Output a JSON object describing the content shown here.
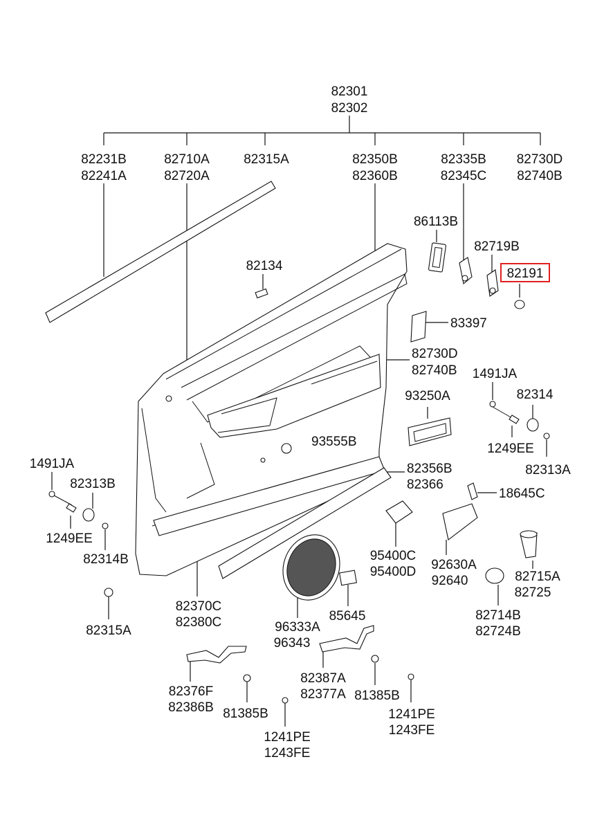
{
  "labels": {
    "top_a": "82301",
    "top_b": "82302",
    "c1_a": "82231B",
    "c1_b": "82241A",
    "c2_a": "82710A",
    "c2_b": "82720A",
    "c3": "82315A",
    "c4_a": "82350B",
    "c4_b": "82360B",
    "c5_a": "82335B",
    "c5_b": "82345C",
    "c6_a": "82730D",
    "c6_b": "82740B",
    "p86113b": "86113B",
    "p82719b": "82719B",
    "p82191": "82191",
    "p82134": "82134",
    "p83397": "83397",
    "p82730d_b_a": "82730D",
    "p82730d_b_b": "82740B",
    "p1491ja_r": "1491JA",
    "p82314_r": "82314",
    "p93250a": "93250A",
    "p1249ee_r": "1249EE",
    "p82313a": "82313A",
    "p93555b": "93555B",
    "p82356b_a": "82356B",
    "p82356b_b": "82366",
    "p18645c": "18645C",
    "p1491ja_l": "1491JA",
    "p82313b": "82313B",
    "p1249ee_l": "1249EE",
    "p82314b": "82314B",
    "p95400c_a": "95400C",
    "p95400c_b": "95400D",
    "p92630a_a": "92630A",
    "p92630a_b": "92640",
    "p82715a_a": "82715A",
    "p82715a_b": "82725",
    "p82370c_a": "82370C",
    "p82370c_b": "82380C",
    "p85645": "85645",
    "p82714b_a": "82714B",
    "p82714b_b": "82724B",
    "p82315a_b": "82315A",
    "p96333a_a": "96333A",
    "p96333a_b": "96343",
    "p82376f_a": "82376F",
    "p82376f_b": "82386B",
    "p82387a_a": "82387A",
    "p82387a_b": "82377A",
    "p81385b_r": "81385B",
    "p81385b_l": "81385B",
    "p1241pe_r_a": "1241PE",
    "p1241pe_r_b": "1243FE",
    "p1241pe_l_a": "1241PE",
    "p1241pe_l_b": "1243FE"
  },
  "highlight": {
    "part": "82191",
    "color": "#e02020"
  }
}
